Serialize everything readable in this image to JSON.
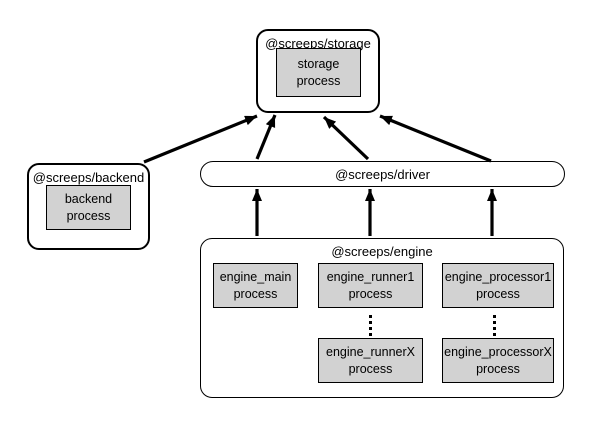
{
  "diagram": {
    "background": "#ffffff",
    "stroke_color": "#000000",
    "process_fill": "#d2d2d2",
    "nodes": {
      "storage": {
        "title": "@screeps/storage",
        "process": {
          "name": "storage",
          "type": "process"
        }
      },
      "backend": {
        "title": "@screeps/backend",
        "process": {
          "name": "backend",
          "type": "process"
        }
      },
      "driver": {
        "title": "@screeps/driver"
      },
      "engine": {
        "title": "@screeps/engine",
        "ellipsis": "⋮",
        "processes": {
          "main": {
            "name": "engine_main",
            "type": "process"
          },
          "runner1": {
            "name": "engine_runner1",
            "type": "process"
          },
          "processor1": {
            "name": "engine_processor1",
            "type": "process"
          },
          "runnerX": {
            "name": "engine_runnerX",
            "type": "process"
          },
          "processorX": {
            "name": "engine_processorX",
            "type": "process"
          }
        }
      }
    },
    "edges": [
      {
        "from": "backend",
        "to": "storage"
      },
      {
        "from": "driver",
        "to": "storage"
      },
      {
        "from": "driver",
        "to": "storage"
      },
      {
        "from": "driver",
        "to": "storage"
      },
      {
        "from": "engine",
        "to": "driver"
      },
      {
        "from": "engine",
        "to": "driver"
      },
      {
        "from": "engine",
        "to": "driver"
      }
    ]
  }
}
